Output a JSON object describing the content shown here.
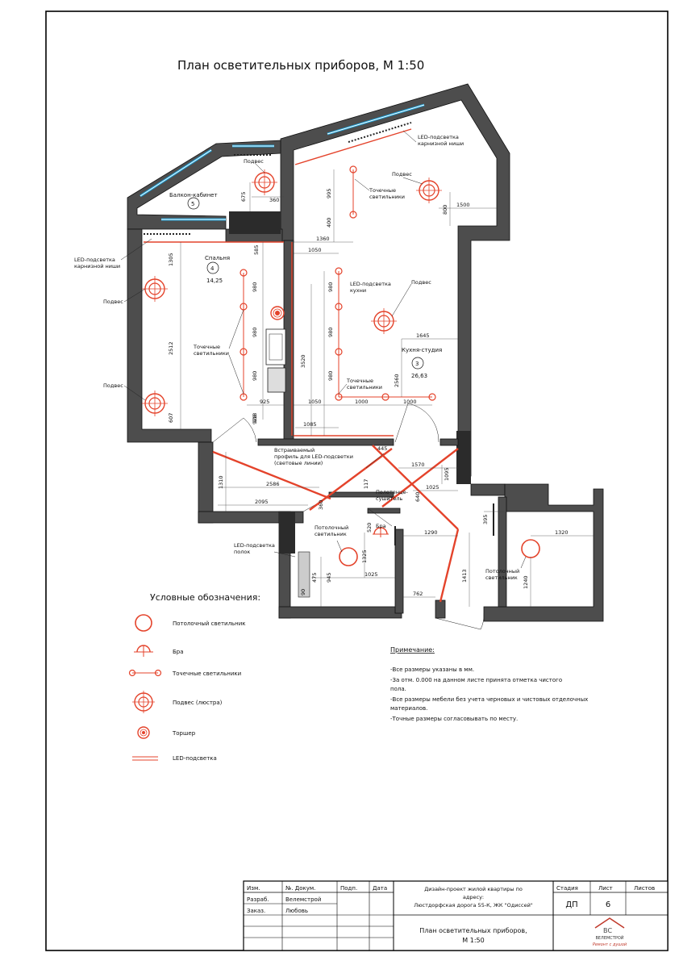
{
  "title": "План осветительных приборов, М 1:50",
  "rooms": [
    {
      "name": "Балкон-кабинет",
      "num": "5",
      "area": ""
    },
    {
      "name": "Спальня",
      "num": "4",
      "area": "14,25"
    },
    {
      "name": "Кухня-студия",
      "num": "3",
      "area": "26,63"
    }
  ],
  "annotations": {
    "led_cornice_top": "LED-подсветка\nкарнизной ниши",
    "led_cornice_left": "LED-подсветка\nкарнизной ниши",
    "podves_balcony": "Подвес",
    "podves_top": "Подвес",
    "podves_kitchen": "Подвес",
    "podves_left1": "Подвес",
    "podves_left2": "Подвес",
    "spots_top": "Точечные\nсветильники",
    "spots_bedroom": "Точечные\nсветильники",
    "spots_kitchen": "Точечные\nсветильники",
    "led_kitchen": "LED-подсветка\nкухни",
    "profile": "Встраиваемый\nпрофиль для LED-подсветки\n(световые линии)",
    "towel": "Полотенце-\nсушитель",
    "bra": "Бра",
    "ceiling_bath": "Потолочный\nсветильник",
    "ceiling_right": "Потолочный\nсветильник",
    "led_shelf": "LED-подсветка\nполок"
  },
  "dimensions": [
    "675",
    "360",
    "995",
    "400",
    "800",
    "1500",
    "1360",
    "1305",
    "585",
    "1050",
    "2512",
    "607",
    "980",
    "980",
    "980",
    "918",
    "925",
    "928",
    "3520",
    "1085",
    "980",
    "980",
    "980",
    "1050",
    "1000",
    "1000",
    "2560",
    "1645",
    "445",
    "1570",
    "1095",
    "1025",
    "1310",
    "2586",
    "2095",
    "360",
    "117",
    "640",
    "520",
    "1325",
    "1025",
    "475",
    "945",
    "395",
    "1290",
    "1320",
    "1413",
    "1240",
    "762",
    "90"
  ],
  "legend": {
    "title": "Условные обозначения:",
    "items": [
      {
        "symbol": "ceiling",
        "label": "Потолочный светильник"
      },
      {
        "symbol": "bra",
        "label": "Бра"
      },
      {
        "symbol": "spots",
        "label": "Точечные   светильники"
      },
      {
        "symbol": "pendant",
        "label": "Подвес (люстра)"
      },
      {
        "symbol": "floor",
        "label": "Торшер"
      },
      {
        "symbol": "led",
        "label": "LED-подсветка"
      }
    ]
  },
  "notes": {
    "title": "Примечание:",
    "lines": [
      "-Все размеры указаны в мм.",
      "-За отм. 0.000 на данном листе принята отметка чистого",
      "пола.",
      "-Все размеры мебели без учета  черновых и чистовых отделочных",
      "материалов.",
      "-Точные размеры согласовывать по месту."
    ]
  },
  "stamp": {
    "col_izm": "Изм.",
    "col_doc": "№. Докум.",
    "col_podp": "Подп.",
    "col_data": "Дата",
    "razrab": "Разраб.",
    "razrab_name": "Велемстрой",
    "zakaz": "Заказ.",
    "zakaz_name": "Любовь",
    "project_line1": "Дизайн-проект жилой квартиры по",
    "project_line2": "адресу:",
    "project_line3": "Люстдорфская дорога 55-К, ЖК \"Одиссей\"",
    "sheet_title1": "План осветительных приборов,",
    "sheet_title2": "М 1:50",
    "stadia_label": "Стадия",
    "list_label": "Лист",
    "listov_label": "Листов",
    "stadia": "ДП",
    "list": "6",
    "listov": "",
    "logo_name": "ВЕЛЕМСТРОЙ",
    "logo_slogan": "Ремонт с душой",
    "logo_letters": "ВС"
  },
  "colors": {
    "accent": "#e4432b",
    "window": "#1aa0d8",
    "wall": "#4d4d4d"
  }
}
